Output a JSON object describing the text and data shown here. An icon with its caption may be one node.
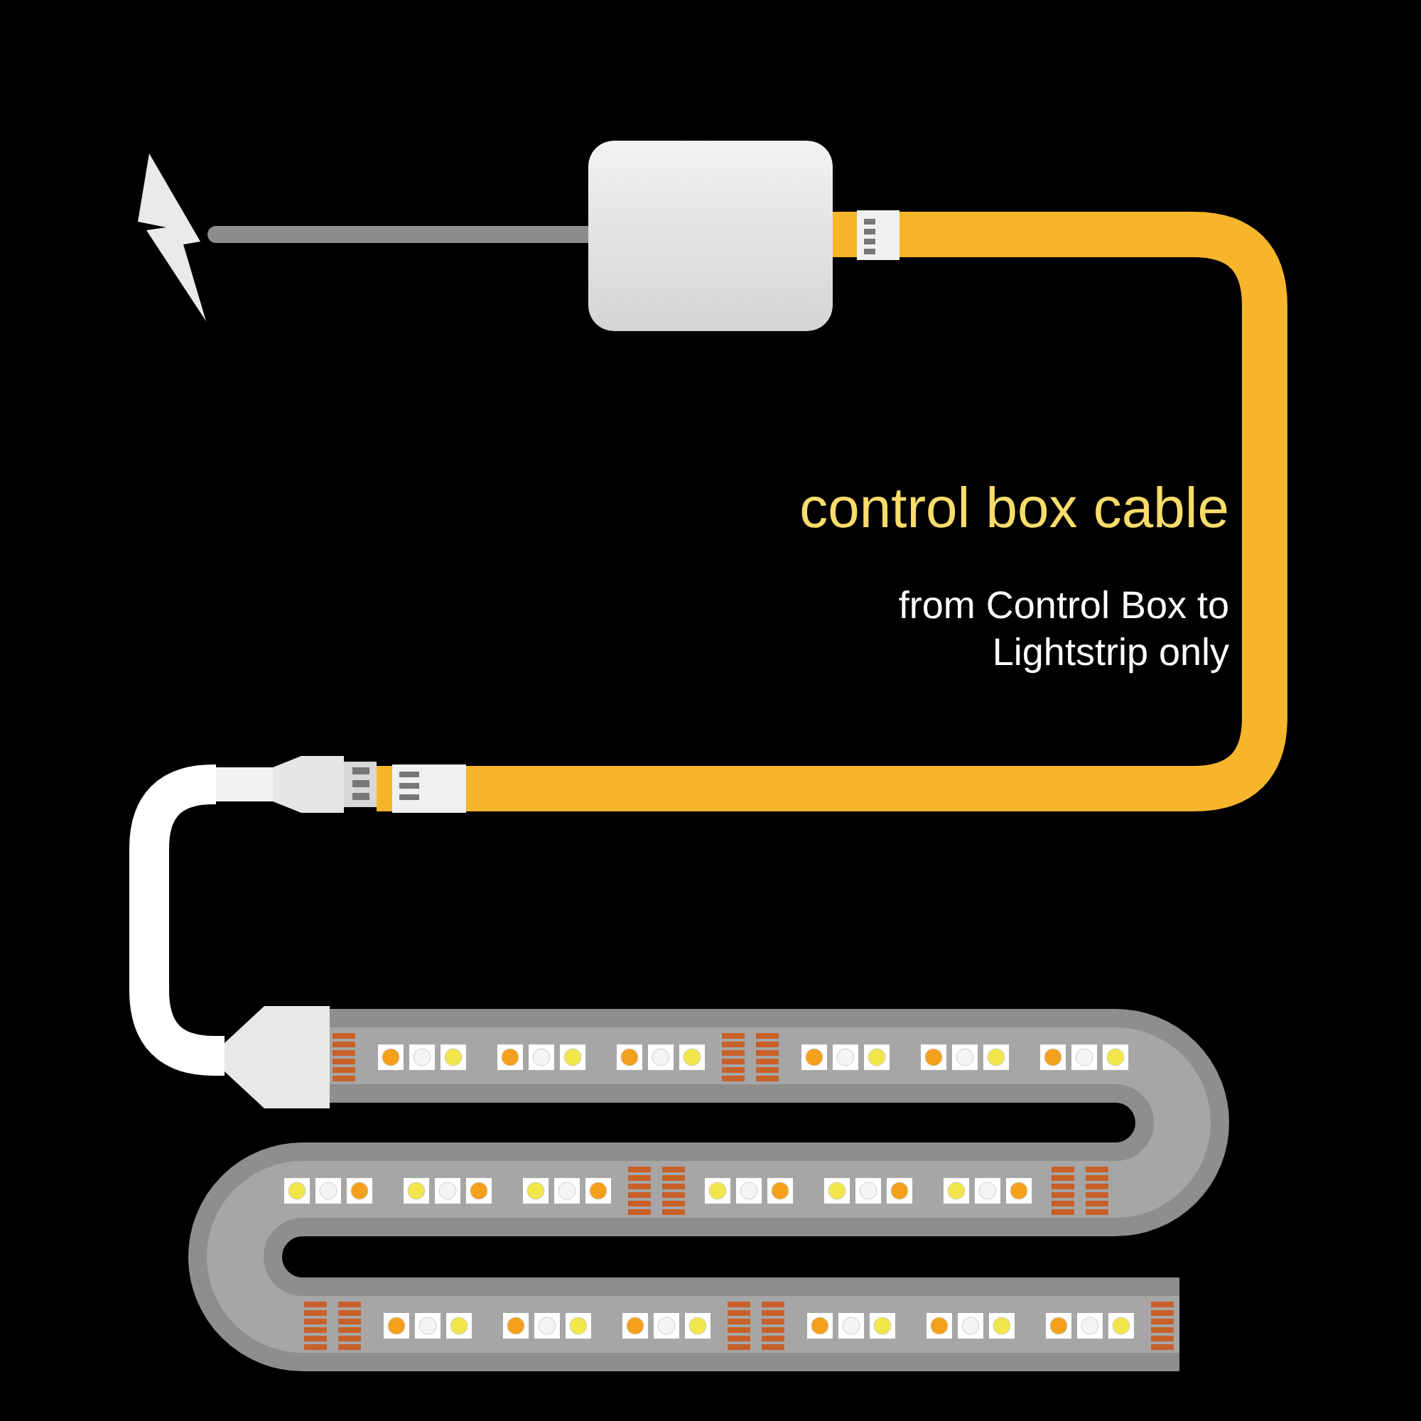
{
  "diagram": {
    "nodes": [
      {
        "text": [],
        "shape": "picture"
      },
      {
        "text": [],
        "shape": "box"
      },
      {
        "text": [],
        "shape": "box"
      },
      {
        "text": [],
        "shape": "bar"
      }
    ],
    "edges": [
      {
        "from": 0,
        "to": 1,
        "arrow": "none",
        "color": "#8c8c8c"
      },
      {
        "from": 1,
        "to": 2,
        "arrow": "none",
        "color": "#f7b52c"
      },
      {
        "from": 2,
        "to": 3,
        "arrow": "none",
        "color": "#ffffff"
      }
    ],
    "labels": [
      "control box cable",
      "from Control Box to Lightstrip only"
    ]
  }
}
